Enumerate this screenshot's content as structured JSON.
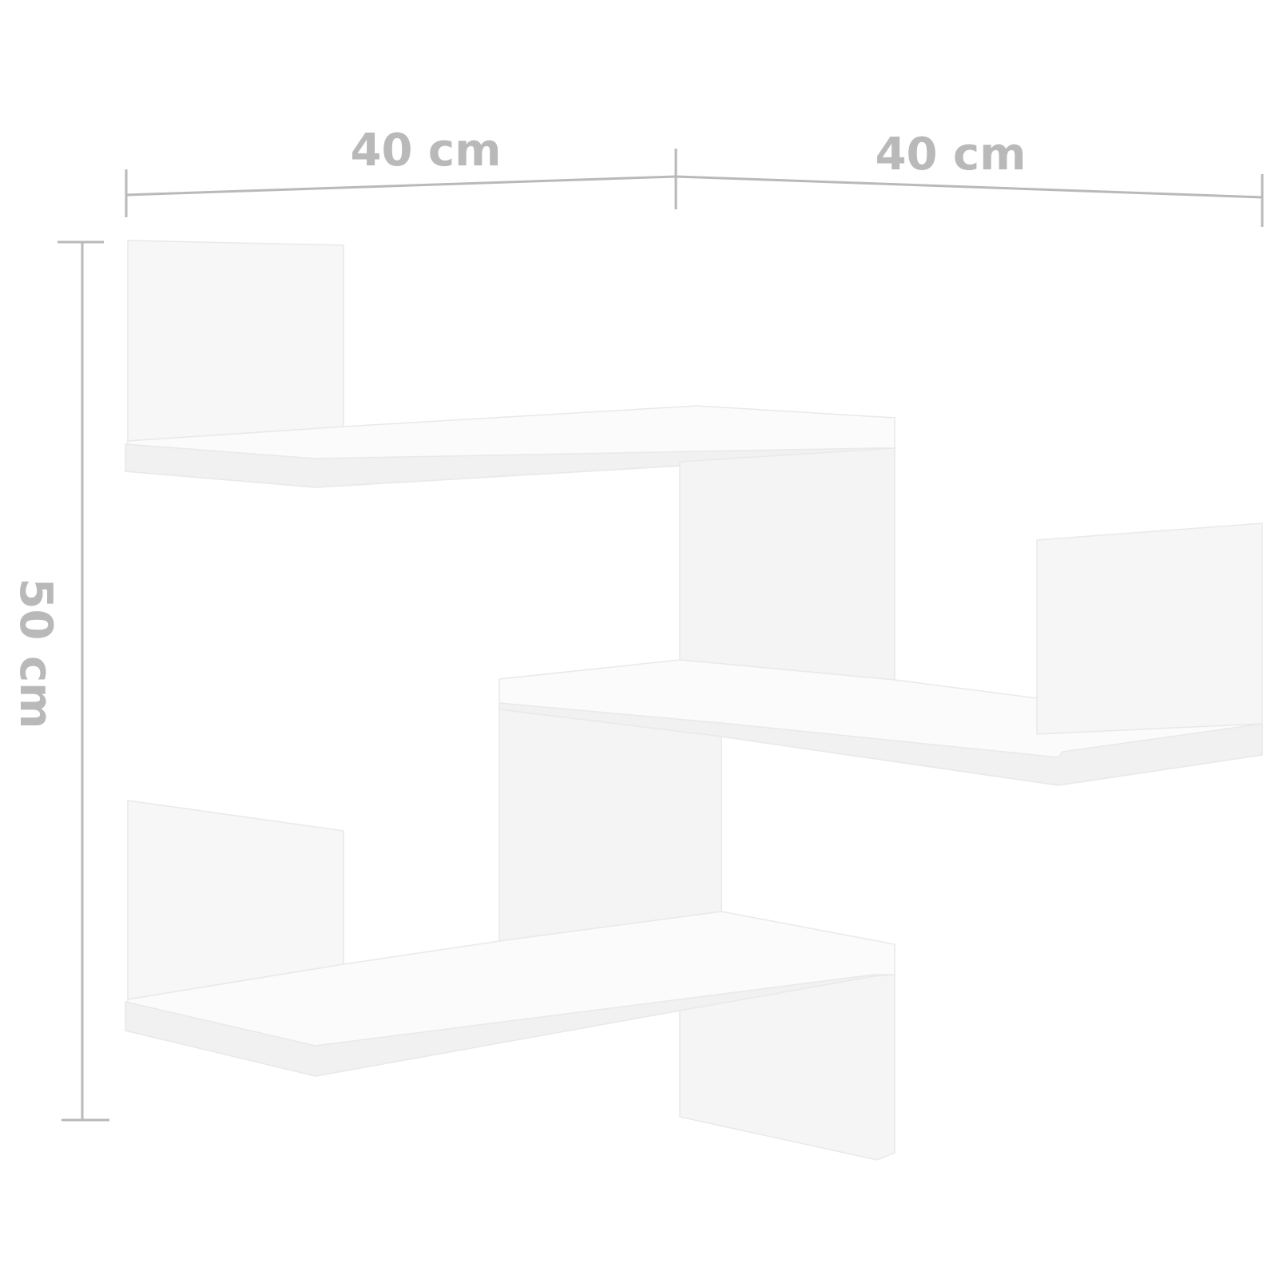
{
  "dimensions": {
    "width_left": "40 cm",
    "width_right": "40 cm",
    "height": "50 cm"
  },
  "colors": {
    "background": "#ffffff",
    "dimension_line": "#b9b9b9",
    "dimension_text": "#b9b9b9",
    "shelf_face": "#ffffff",
    "shelf_shade": "#f3f3f3",
    "shelf_edge": "#ededed"
  },
  "product": {
    "name": "wall-corner-shelf",
    "color": "white"
  }
}
